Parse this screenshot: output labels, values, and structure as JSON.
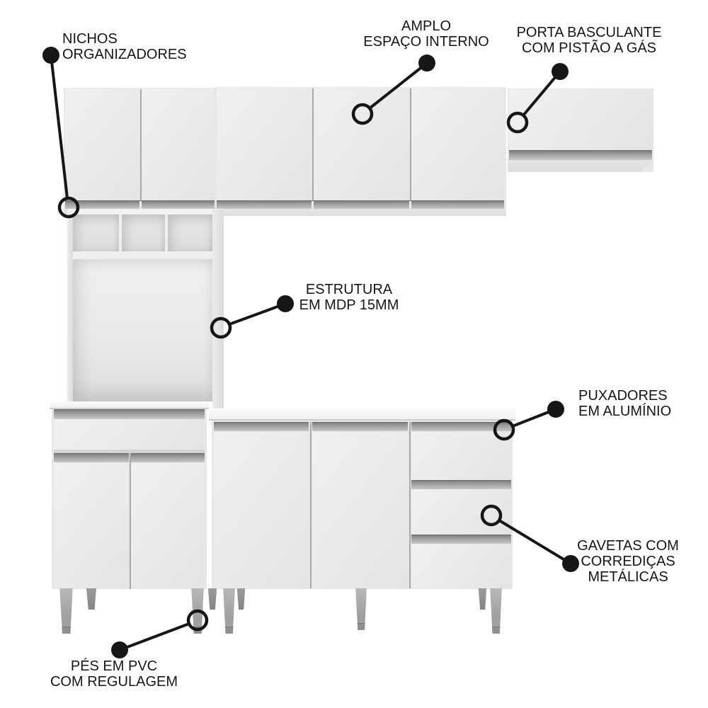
{
  "palette": {
    "background": "#ffffff",
    "cabinet_white": "#ececec",
    "aluminum_handle": "#a0a0a0",
    "annotation_black": "#161616",
    "leg_gray": "#a6a6a6"
  },
  "callouts": {
    "nichos": {
      "lines": [
        "NICHOS",
        "ORGANIZADORES"
      ]
    },
    "amplo": {
      "lines": [
        "AMPLO",
        "ESPAÇO INTERNO"
      ]
    },
    "basculante": {
      "lines": [
        "PORTA BASCULANTE",
        "COM PISTÃO A GÁS"
      ]
    },
    "estrutura": {
      "lines": [
        "ESTRUTURA",
        "EM MDP 15MM"
      ]
    },
    "puxadores": {
      "lines": [
        "PUXADORES",
        "EM ALUMÍNIO"
      ]
    },
    "gavetas": {
      "lines": [
        "GAVETAS COM",
        "CORREDIÇAS",
        "METÁLICAS"
      ]
    },
    "pes": {
      "lines": [
        "PÉS EM PVC",
        "COM REGULAGEM"
      ]
    }
  }
}
